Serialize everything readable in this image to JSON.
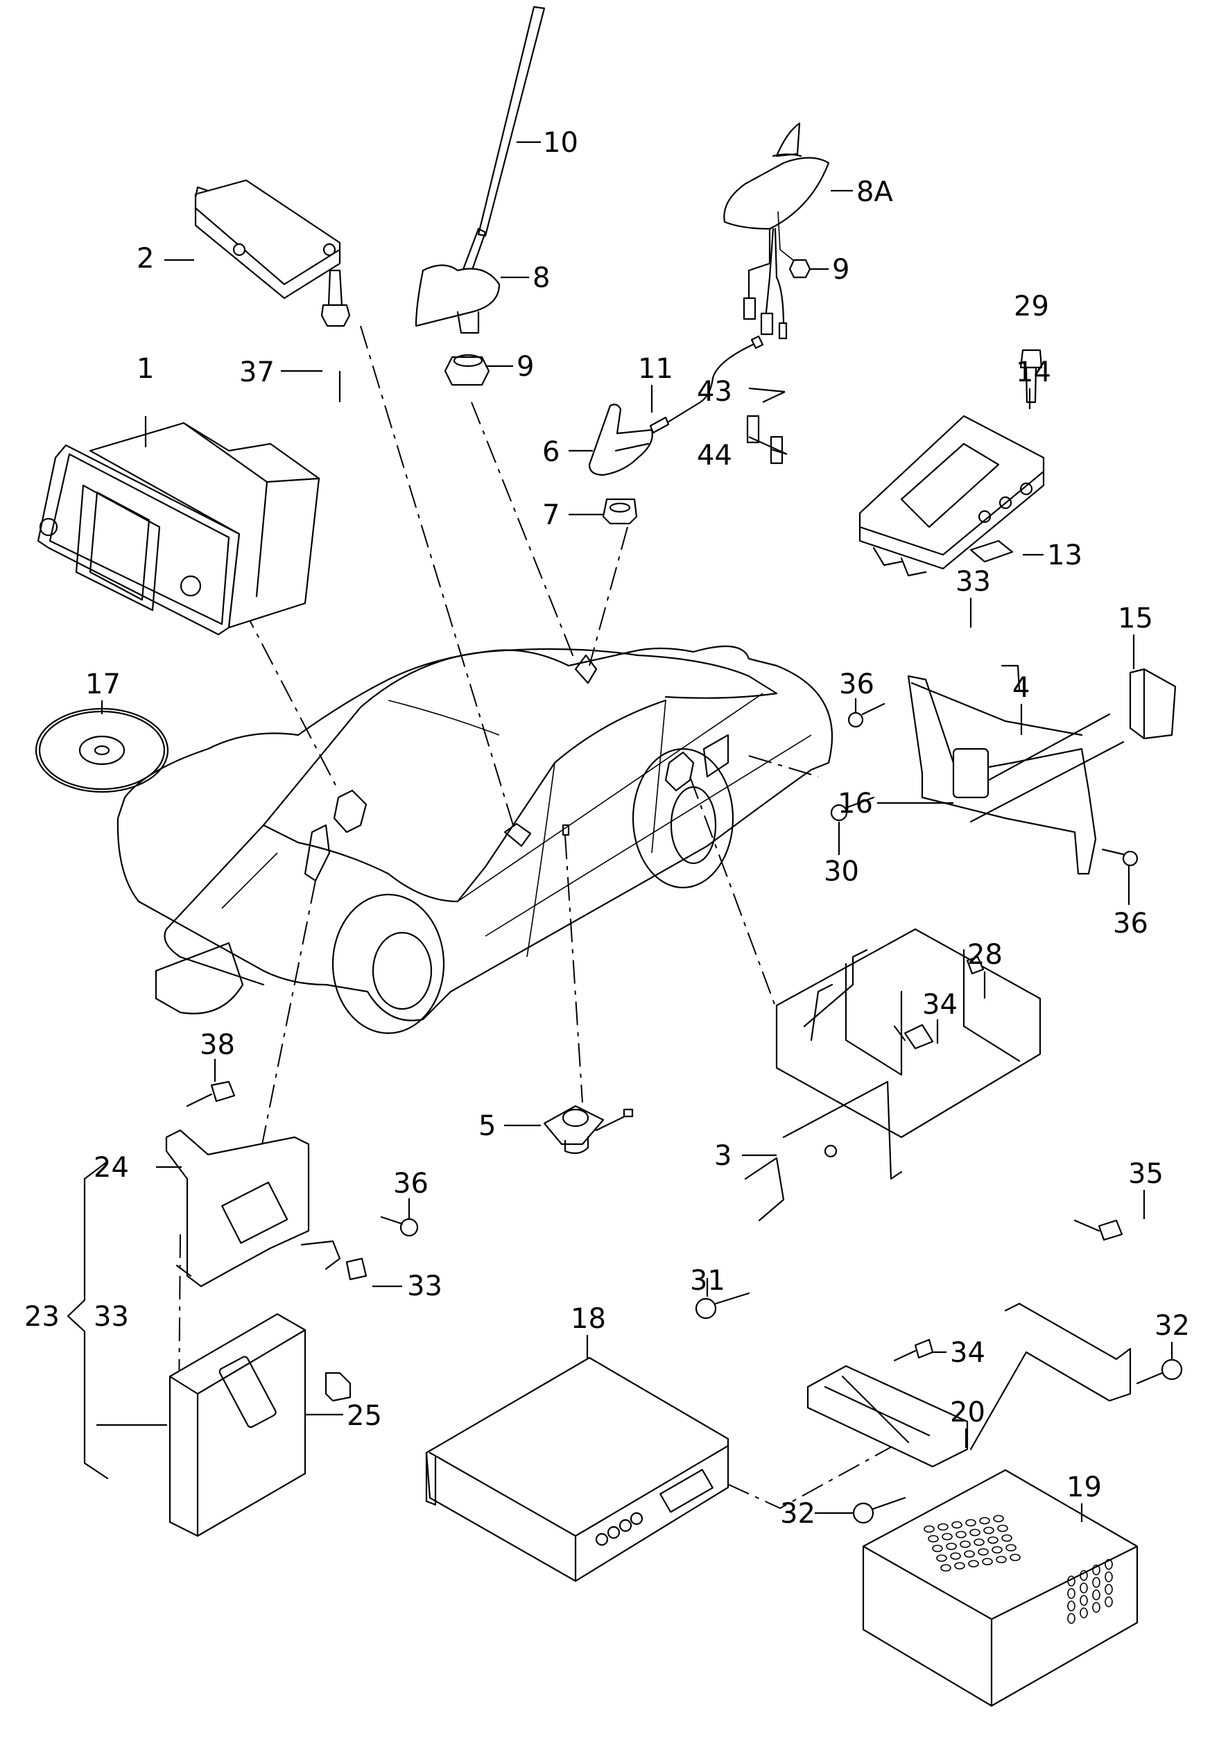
{
  "diagram": {
    "title": "Radio / navigation / antenna parts exploded view",
    "callouts": [
      {
        "id": "c1",
        "label": "1"
      },
      {
        "id": "c2",
        "label": "2"
      },
      {
        "id": "c3",
        "label": "3"
      },
      {
        "id": "c4",
        "label": "4"
      },
      {
        "id": "c5",
        "label": "5"
      },
      {
        "id": "c6",
        "label": "6"
      },
      {
        "id": "c7",
        "label": "7"
      },
      {
        "id": "c8",
        "label": "8"
      },
      {
        "id": "c8a",
        "label": "8A"
      },
      {
        "id": "c9a",
        "label": "9"
      },
      {
        "id": "c9b",
        "label": "9"
      },
      {
        "id": "c10",
        "label": "10"
      },
      {
        "id": "c11",
        "label": "11"
      },
      {
        "id": "c13",
        "label": "13"
      },
      {
        "id": "c14",
        "label": "14"
      },
      {
        "id": "c15",
        "label": "15"
      },
      {
        "id": "c16",
        "label": "16"
      },
      {
        "id": "c17",
        "label": "17"
      },
      {
        "id": "c18",
        "label": "18"
      },
      {
        "id": "c19",
        "label": "19"
      },
      {
        "id": "c20",
        "label": "20"
      },
      {
        "id": "c23",
        "label": "23"
      },
      {
        "id": "c24",
        "label": "24"
      },
      {
        "id": "c25",
        "label": "25"
      },
      {
        "id": "c28",
        "label": "28"
      },
      {
        "id": "c29",
        "label": "29"
      },
      {
        "id": "c30",
        "label": "30"
      },
      {
        "id": "c31",
        "label": "31"
      },
      {
        "id": "c32a",
        "label": "32"
      },
      {
        "id": "c32b",
        "label": "32"
      },
      {
        "id": "c33a",
        "label": "33"
      },
      {
        "id": "c33b",
        "label": "33"
      },
      {
        "id": "c33c",
        "label": "33"
      },
      {
        "id": "c34a",
        "label": "34"
      },
      {
        "id": "c34b",
        "label": "34"
      },
      {
        "id": "c35",
        "label": "35"
      },
      {
        "id": "c36a",
        "label": "36"
      },
      {
        "id": "c36b",
        "label": "36"
      },
      {
        "id": "c36c",
        "label": "36"
      },
      {
        "id": "c37",
        "label": "37"
      },
      {
        "id": "c38",
        "label": "38"
      },
      {
        "id": "c43",
        "label": "43"
      },
      {
        "id": "c44",
        "label": "44"
      }
    ],
    "parts": {
      "p1": "radio-navigation-unit",
      "p2": "antenna-amplifier",
      "p3": "mounting-frame",
      "p4": "bracket",
      "p5": "speaker-or-sensor",
      "p6": "roof-antenna-base",
      "p7": "antenna-nut",
      "p8": "antenna-base",
      "p8a": "shark-fin-roof-antenna",
      "p9": "hex-nut",
      "p10": "antenna-mast",
      "p11": "antenna-cable",
      "p13": "label-pad",
      "p14": "control-unit",
      "p15": "relay-module",
      "p16": "bracket-pad",
      "p17": "navigation-disc",
      "p18": "cd-changer",
      "p19": "control-module-box",
      "p20": "holder-plate",
      "p23": "module-set",
      "p24": "clip",
      "p25": "clip-nut",
      "p28": "speed-nut",
      "p29": "screw",
      "p30": "screw",
      "p31": "screw",
      "p32": "screw",
      "p33": "clip",
      "p34": "bolt",
      "p35": "bolt",
      "p36": "screw",
      "p37": "screw",
      "p38": "bolt",
      "p43": "connector",
      "p44": "connector"
    }
  }
}
